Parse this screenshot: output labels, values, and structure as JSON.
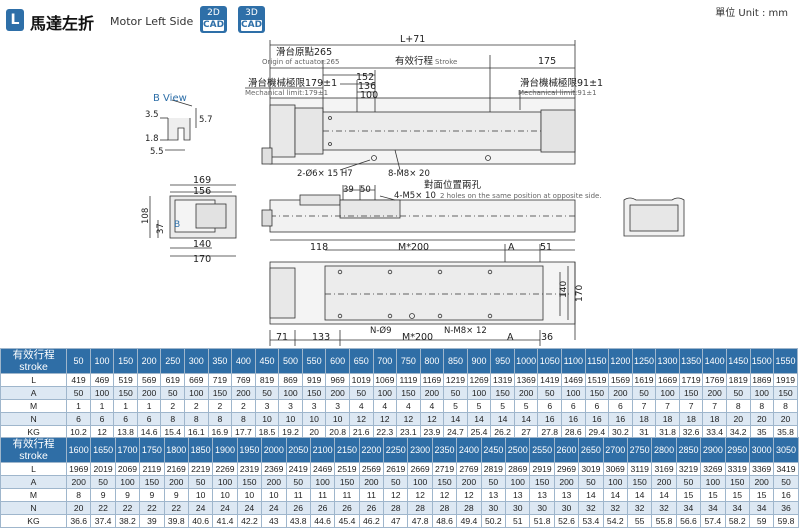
{
  "header": {
    "badge": "L",
    "title_zh": "馬達左折",
    "title_en": "Motor Left Side",
    "cad_2d": {
      "top": "2D",
      "bottom": "CAD"
    },
    "cad_3d": {
      "top": "3D",
      "bottom": "CAD"
    },
    "unit": "單位 Unit : mm"
  },
  "drawing": {
    "dim_L71": "L+71",
    "origin_zh": "滑台原點265",
    "origin_en": "Origin of actuator:265",
    "stroke_zh": "有效行程",
    "stroke_en": "Stroke",
    "dim_175": "175",
    "mech_left_zh": "滑台機械極限179±1",
    "mech_left_en": "Mechanical limit:179±1",
    "mech_right_zh": "滑台機械極限91±1",
    "mech_right_en": "Mechanical limit:91±1",
    "dim_152": "152",
    "dim_136": "136",
    "dim_100": "100",
    "bview": "B View",
    "dim_3_5": "3.5",
    "dim_5_7": "5.7",
    "dim_1_8": "1.8",
    "dim_5_5": "5.5",
    "note_holes1": "2-Ø6× 15 H7",
    "note_holes2": "8-M8× 20",
    "dim_169": "169",
    "dim_156": "156",
    "dim_39": "39",
    "dim_50": "50",
    "note_m5": "4-M5× 10",
    "opp_zh": "對面位置兩孔",
    "opp_en": "2 holes on the same position at opposite side.",
    "dim_108": "108",
    "dim_37": "37",
    "mark_b": "B",
    "dim_140a": "140",
    "dim_170a": "170",
    "dim_118": "118",
    "dim_m200a": "M*200",
    "dim_a1": "A",
    "dim_51": "51",
    "dim_140b": "140",
    "dim_170b": "170",
    "dim_71": "71",
    "dim_133": "133",
    "note_n9": "N-Ø9",
    "dim_m200b": "M*200",
    "note_nm8": "N-M8× 12",
    "dim_a2": "A",
    "dim_36": "36"
  },
  "table1": {
    "head_zh": "有效行程",
    "head_en": "stroke",
    "strokes": [
      "50",
      "100",
      "150",
      "200",
      "250",
      "300",
      "350",
      "400",
      "450",
      "500",
      "550",
      "600",
      "650",
      "700",
      "750",
      "800",
      "850",
      "900",
      "950",
      "1000",
      "1050",
      "1100",
      "1150",
      "1200",
      "1250",
      "1300",
      "1350",
      "1400",
      "1450",
      "1500",
      "1550"
    ],
    "rows": [
      {
        "label": "L",
        "values": [
          "419",
          "469",
          "519",
          "569",
          "619",
          "669",
          "719",
          "769",
          "819",
          "869",
          "919",
          "969",
          "1019",
          "1069",
          "1119",
          "1169",
          "1219",
          "1269",
          "1319",
          "1369",
          "1419",
          "1469",
          "1519",
          "1569",
          "1619",
          "1669",
          "1719",
          "1769",
          "1819",
          "1869",
          "1919"
        ]
      },
      {
        "label": "A",
        "values": [
          "50",
          "100",
          "150",
          "200",
          "50",
          "100",
          "150",
          "200",
          "50",
          "100",
          "150",
          "200",
          "50",
          "100",
          "150",
          "200",
          "50",
          "100",
          "150",
          "200",
          "50",
          "100",
          "150",
          "200",
          "50",
          "100",
          "150",
          "200",
          "50",
          "100",
          "150"
        ]
      },
      {
        "label": "M",
        "values": [
          "1",
          "1",
          "1",
          "1",
          "2",
          "2",
          "2",
          "2",
          "3",
          "3",
          "3",
          "3",
          "4",
          "4",
          "4",
          "4",
          "5",
          "5",
          "5",
          "5",
          "6",
          "6",
          "6",
          "6",
          "7",
          "7",
          "7",
          "7",
          "8",
          "8",
          "8"
        ]
      },
      {
        "label": "N",
        "values": [
          "6",
          "6",
          "6",
          "6",
          "8",
          "8",
          "8",
          "8",
          "10",
          "10",
          "10",
          "10",
          "12",
          "12",
          "12",
          "12",
          "14",
          "14",
          "14",
          "14",
          "16",
          "16",
          "16",
          "16",
          "18",
          "18",
          "18",
          "18",
          "20",
          "20",
          "20"
        ]
      },
      {
        "label": "KG",
        "values": [
          "10.2",
          "12",
          "13.8",
          "14.6",
          "15.4",
          "16.1",
          "16.9",
          "17.7",
          "18.5",
          "19.2",
          "20",
          "20.8",
          "21.6",
          "22.3",
          "23.1",
          "23.9",
          "24.7",
          "25.4",
          "26.2",
          "27",
          "27.8",
          "28.6",
          "29.4",
          "30.2",
          "31",
          "31.8",
          "32.6",
          "33.4",
          "34.2",
          "35",
          "35.8"
        ]
      }
    ]
  },
  "table2": {
    "head_zh": "有效行程",
    "head_en": "stroke",
    "strokes": [
      "1600",
      "1650",
      "1700",
      "1750",
      "1800",
      "1850",
      "1900",
      "1950",
      "2000",
      "2050",
      "2100",
      "2150",
      "2200",
      "2250",
      "2300",
      "2350",
      "2400",
      "2450",
      "2500",
      "2550",
      "2600",
      "2650",
      "2700",
      "2750",
      "2800",
      "2850",
      "2900",
      "2950",
      "3000",
      "3050"
    ],
    "rows": [
      {
        "label": "L",
        "values": [
          "1969",
          "2019",
          "2069",
          "2119",
          "2169",
          "2219",
          "2269",
          "2319",
          "2369",
          "2419",
          "2469",
          "2519",
          "2569",
          "2619",
          "2669",
          "2719",
          "2769",
          "2819",
          "2869",
          "2919",
          "2969",
          "3019",
          "3069",
          "3119",
          "3169",
          "3219",
          "3269",
          "3319",
          "3369",
          "3419"
        ]
      },
      {
        "label": "A",
        "values": [
          "200",
          "50",
          "100",
          "150",
          "200",
          "50",
          "100",
          "150",
          "200",
          "50",
          "100",
          "150",
          "200",
          "50",
          "100",
          "150",
          "200",
          "50",
          "100",
          "150",
          "200",
          "50",
          "100",
          "150",
          "200",
          "50",
          "100",
          "150",
          "200",
          "50"
        ]
      },
      {
        "label": "M",
        "values": [
          "8",
          "9",
          "9",
          "9",
          "9",
          "10",
          "10",
          "10",
          "10",
          "11",
          "11",
          "11",
          "11",
          "12",
          "12",
          "12",
          "12",
          "13",
          "13",
          "13",
          "13",
          "14",
          "14",
          "14",
          "14",
          "15",
          "15",
          "15",
          "15",
          "16"
        ]
      },
      {
        "label": "N",
        "values": [
          "20",
          "22",
          "22",
          "22",
          "22",
          "24",
          "24",
          "24",
          "24",
          "26",
          "26",
          "26",
          "26",
          "28",
          "28",
          "28",
          "28",
          "30",
          "30",
          "30",
          "30",
          "32",
          "32",
          "32",
          "32",
          "34",
          "34",
          "34",
          "34",
          "36"
        ]
      },
      {
        "label": "KG",
        "values": [
          "36.6",
          "37.4",
          "38.2",
          "39",
          "39.8",
          "40.6",
          "41.4",
          "42.2",
          "43",
          "43.8",
          "44.6",
          "45.4",
          "46.2",
          "47",
          "47.8",
          "48.6",
          "49.4",
          "50.2",
          "51",
          "51.8",
          "52.6",
          "53.4",
          "54.2",
          "55",
          "55.8",
          "56.6",
          "57.4",
          "58.2",
          "59",
          "59.8"
        ]
      }
    ]
  }
}
